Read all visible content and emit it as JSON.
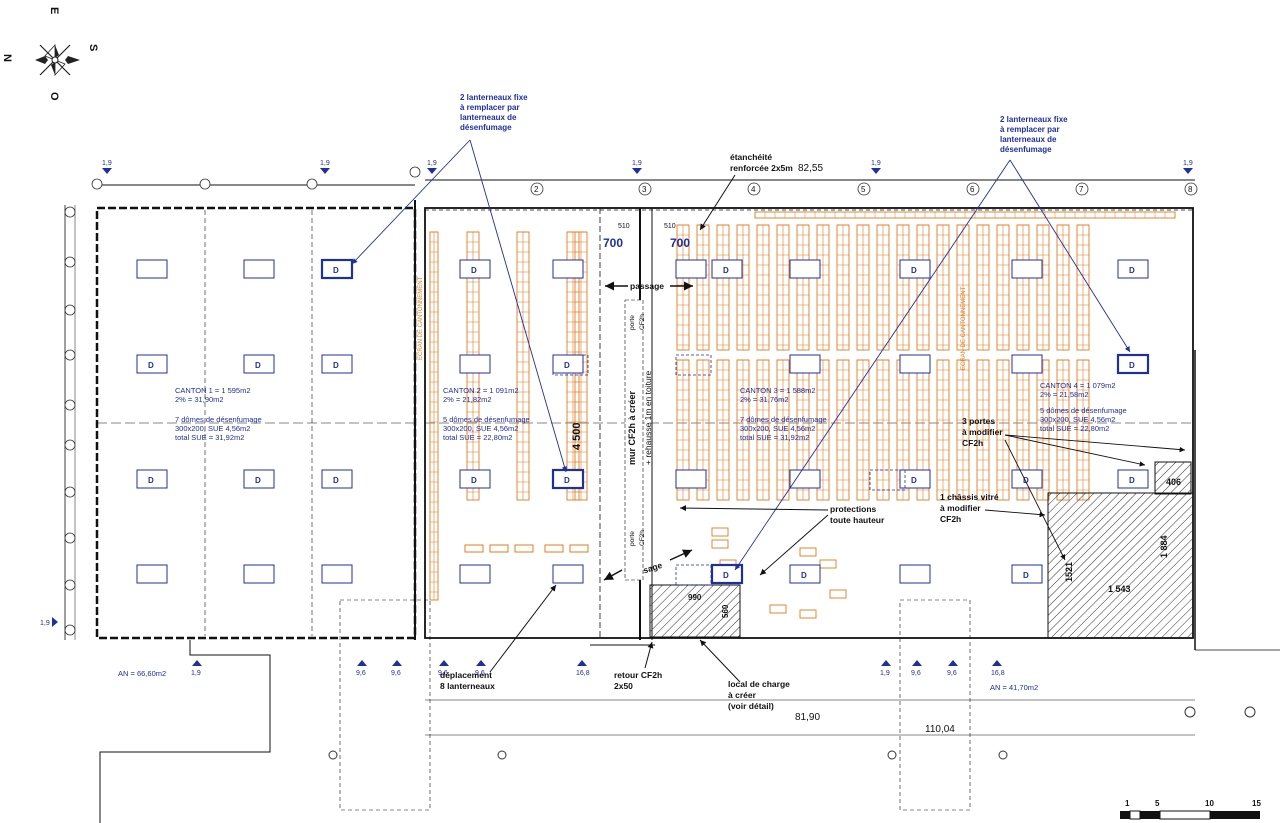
{
  "compass": {
    "n": "N",
    "e": "E",
    "s": "S",
    "o": "O"
  },
  "annotations": {
    "lanterneaux_1": [
      "2 lanterneaux fixe",
      "à remplacer par",
      "lanterneaux de",
      "désenfumage"
    ],
    "lanterneaux_2": [
      "2 lanterneaux fixe",
      "à remplacer par",
      "lanterneaux de",
      "désenfumage"
    ],
    "etancheite": [
      "étanchéité",
      "renforcée 2x5m"
    ],
    "top_dimension": "82,55",
    "passage_1": "passage",
    "passage_2": "passage",
    "dim_700_a": "700",
    "dim_700_b": "700",
    "dim_510_a": "510",
    "dim_510_b": "510",
    "dim_4500": "4 500",
    "mur_cf2h": "mur CF2h à créer",
    "rehausse": "+ rehausse 1m en toiture",
    "porte_cf2h_1": [
      "porte",
      "CF2h"
    ],
    "porte_cf2h_2": [
      "porte",
      "CF2h"
    ],
    "protections": [
      "protections",
      "toute hauteur"
    ],
    "portes_modifier": [
      "3 portes",
      "à modifier",
      "CF2h"
    ],
    "chassis": [
      "1 châssis vitré",
      "à modifier",
      "CF2h"
    ],
    "deplacement": [
      "déplacement",
      "8 lanterneaux"
    ],
    "retour": [
      "retour CF2h",
      "2x50"
    ],
    "local_charge": [
      "local de charge",
      "à créer",
      "(voir détail)"
    ],
    "dim_990": "990",
    "dim_560": "560",
    "dim_1521": "1521",
    "dim_1884": "1 884",
    "dim_1543": "1 543",
    "dim_406": "406",
    "dim_8190": "81,90",
    "dim_11004": "110,04",
    "an_left": "AN = 66,60m2",
    "an_right": "AN = 41,70m2",
    "ecran": "ECRAN DE CANTONNEMENT"
  },
  "cantons": [
    {
      "lines": [
        "CANTON 1 = 1 595m2",
        "2% = 31,90m2",
        "",
        "7 dômes de désenfumage",
        "300x200, SUE 4,56m2",
        "total SUE = 31,92m2"
      ]
    },
    {
      "lines": [
        "CANTON 2 = 1 091m2",
        "2% = 21,82m2",
        "",
        "5 dômes de désenfumage",
        "300x200, SUE 4,56m2",
        "total SUE = 22,80m2"
      ]
    },
    {
      "lines": [
        "CANTON 3 = 1 588m2",
        "2% = 31,76m2",
        "",
        "7 dômes de désenfumage",
        "300x200, SUE 4,56m2",
        "total SUE = 31,92m2"
      ]
    },
    {
      "lines": [
        "CANTON 4 = 1 079m2",
        "2% = 21,58m2",
        "",
        "5 dômes de désenfumage",
        "300x200, SUE 4,56m2",
        "total SUE = 22,80m2"
      ]
    }
  ],
  "dome_label": "D",
  "level_marks": [
    "1,9",
    "1,9",
    "1,9",
    "1,9",
    "1,9",
    "1,9",
    "1,9",
    "1,9",
    "9,6",
    "9,6",
    "9,6",
    "9,6",
    "16,8",
    "1,9",
    "9,6",
    "9,6",
    "16,8"
  ],
  "grid_axes": [
    "2",
    "3",
    "4",
    "5",
    "6",
    "7",
    "8"
  ],
  "scale_bar": [
    "1",
    "5",
    "10",
    "15"
  ],
  "colors": {
    "ink": "#1a1a1a",
    "annotation": "#1f2f9e",
    "racks": "#e07b1f"
  }
}
